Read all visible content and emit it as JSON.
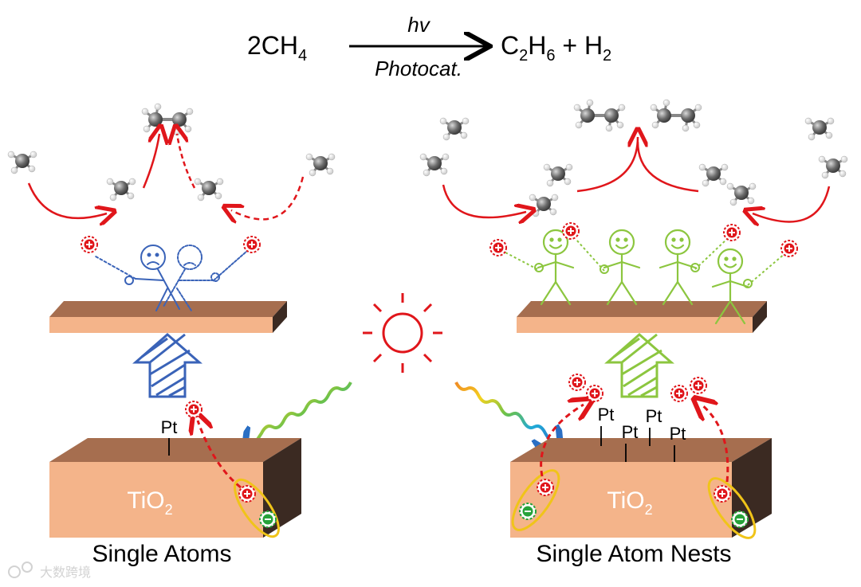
{
  "equation": {
    "reactant": "2CH",
    "reactant_sub": "4",
    "arrow_top": "hv",
    "arrow_bottom": "Photocat.",
    "product1": "C",
    "product1_sub1": "2",
    "product1_mid": "H",
    "product1_sub2": "6",
    "plus": " + H",
    "product2_sub": "2"
  },
  "left_panel": {
    "support": "TiO",
    "support_sub": "2",
    "metal": "Pt",
    "caption": "Single Atoms"
  },
  "right_panel": {
    "support": "TiO",
    "support_sub": "2",
    "metals": [
      "Pt",
      "Pt",
      "Pt",
      "Pt"
    ],
    "caption": "Single Atom Nests"
  },
  "colors": {
    "hole_red": "#e0161b",
    "electron_green": "#27a23a",
    "blue_figure": "#3a63b8",
    "green_figure": "#8cc63f",
    "tio2_face": "#f4b48a",
    "tio2_top": "#a66e4f",
    "tio2_side": "#3b2a22",
    "ellipse": "#f0c419"
  },
  "icons": {
    "sun": "sun-icon",
    "hole": "plus-charge-icon",
    "electron": "minus-charge-icon",
    "molecule": "methane-molecule-icon",
    "ethane": "ethane-molecule-icon"
  },
  "watermark": "大数跨境"
}
